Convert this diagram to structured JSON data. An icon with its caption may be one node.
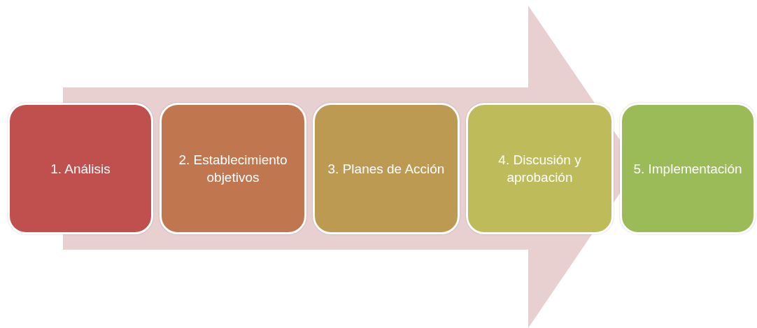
{
  "diagram": {
    "nodes": [
      {
        "text": [
          "1. Análisis"
        ]
      },
      {
        "text": [
          "2. Establecimiento objetivos"
        ]
      },
      {
        "text": [
          "3. Planes de Acción"
        ]
      },
      {
        "text": [
          "4. Discusión y aprobación"
        ]
      },
      {
        "text": [
          "5. Implementación"
        ]
      }
    ],
    "edges": [
      {
        "from": 0,
        "to": 4,
        "arrow": "to"
      }
    ]
  }
}
